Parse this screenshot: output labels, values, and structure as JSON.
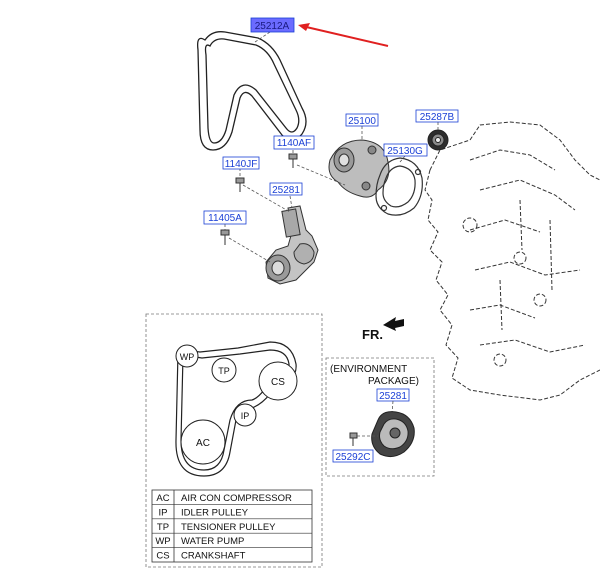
{
  "callouts": {
    "belt": "25212A",
    "water_pump": "25100",
    "bolt_1140af": "1140AF",
    "idler_pulley": "25287B",
    "gasket": "25130G",
    "bolt_1140jf": "1140JF",
    "tensioner": "25281",
    "bolt_11405a": "11405A",
    "env_tensioner": "25281",
    "env_bolt": "25292C"
  },
  "front_marker": "FR.",
  "environment_box": {
    "line1": "(ENVIRONMENT",
    "line2": "PACKAGE)"
  },
  "belt_diagram": {
    "pulleys": {
      "wp": "WP",
      "tp": "TP",
      "cs": "CS",
      "ip": "IP",
      "ac": "AC"
    }
  },
  "legend": [
    {
      "code": "AC",
      "desc": "AIR CON COMPRESSOR"
    },
    {
      "code": "IP",
      "desc": "IDLER PULLEY"
    },
    {
      "code": "TP",
      "desc": "TENSIONER PULLEY"
    },
    {
      "code": "WP",
      "desc": "WATER PUMP"
    },
    {
      "code": "CS",
      "desc": "CRANKSHAFT"
    }
  ],
  "colors": {
    "callout_text": "#1a3fd6",
    "highlight_fill": "#6b6bff",
    "arrow": "#e02020",
    "line": "#222222"
  }
}
